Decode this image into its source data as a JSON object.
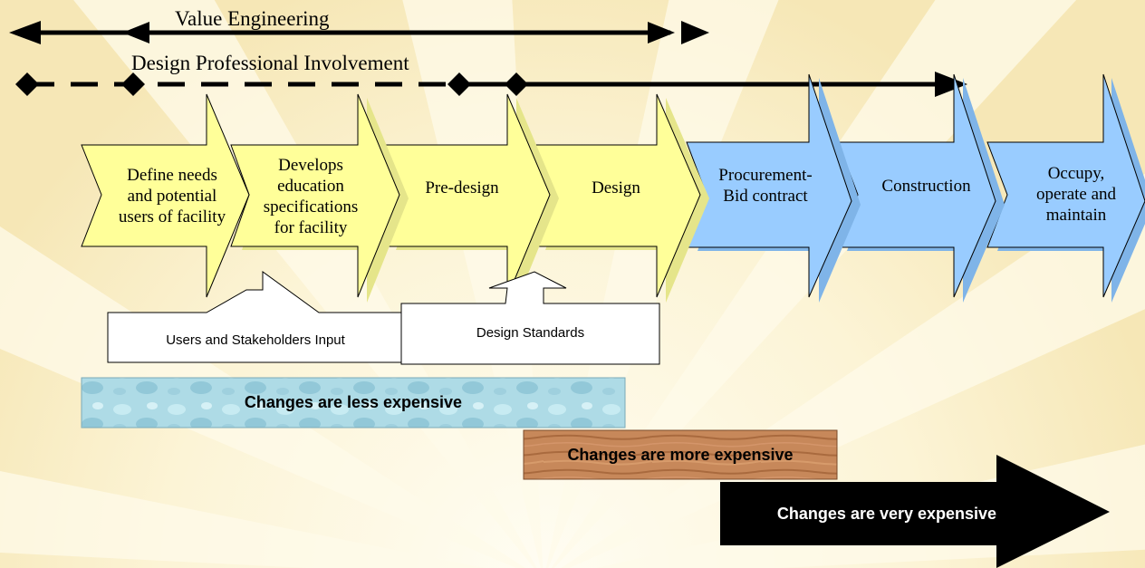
{
  "timelines": {
    "value_engineering": "Value Engineering",
    "design_professional": "Design Professional Involvement"
  },
  "phases": [
    {
      "label": "Define needs\nand potential\nusers of facility"
    },
    {
      "label": "Develops\neducation\nspecifications\nfor facility"
    },
    {
      "label": "Pre-design"
    },
    {
      "label": "Design"
    },
    {
      "label": "Procurement-\nBid contract"
    },
    {
      "label": "Construction"
    },
    {
      "label": "Occupy,\noperate and\nmaintain"
    }
  ],
  "inputs": {
    "users": "Users and Stakeholders Input",
    "standards": "Design Standards"
  },
  "cost_bars": {
    "less": "Changes are less expensive",
    "more": "Changes are more expensive",
    "very": "Changes are very expensive"
  },
  "colors": {
    "planning_phase": "#ffff99",
    "delivery_phase": "#99ccff",
    "less_bar": "#a8dbe8",
    "more_bar": "#c8875a",
    "very_bar": "#000000"
  }
}
